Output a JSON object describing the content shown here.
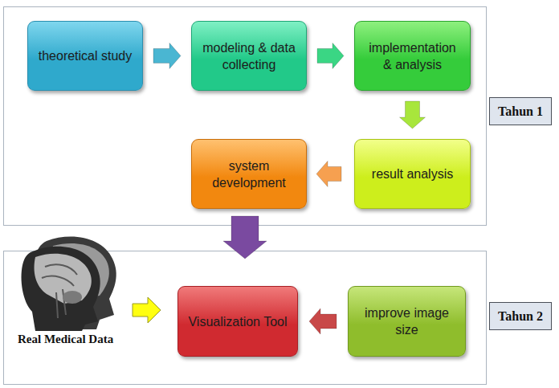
{
  "diagram": {
    "nodes": [
      {
        "text": [
          "Tahun 1"
        ]
      },
      {
        "text": [
          "theoretical study"
        ],
        "in": 0
      },
      {
        "text": [
          "modeling & data collecting"
        ],
        "in": 0
      },
      {
        "text": [
          "implementation & analysis"
        ],
        "in": 0
      },
      {
        "text": [
          "result analysis"
        ],
        "in": 0
      },
      {
        "text": [
          "system development"
        ],
        "in": 0
      },
      {
        "text": [
          "Tahun 2"
        ]
      },
      {
        "text": [
          "Visualization Tool"
        ],
        "in": 6
      },
      {
        "text": [
          "improve image size"
        ],
        "in": 6
      }
    ],
    "edges": [
      {
        "from": 1,
        "to": 2,
        "arrow": "to"
      },
      {
        "from": 2,
        "to": 3,
        "arrow": "to"
      },
      {
        "from": 3,
        "to": 4,
        "arrow": "to"
      },
      {
        "from": 4,
        "to": 5,
        "arrow": "to"
      },
      {
        "from": 0,
        "to": 6,
        "arrow": "to"
      },
      {
        "from": 8,
        "to": 7,
        "arrow": "to"
      }
    ],
    "labels": [
      "Real Medical Data"
    ]
  }
}
